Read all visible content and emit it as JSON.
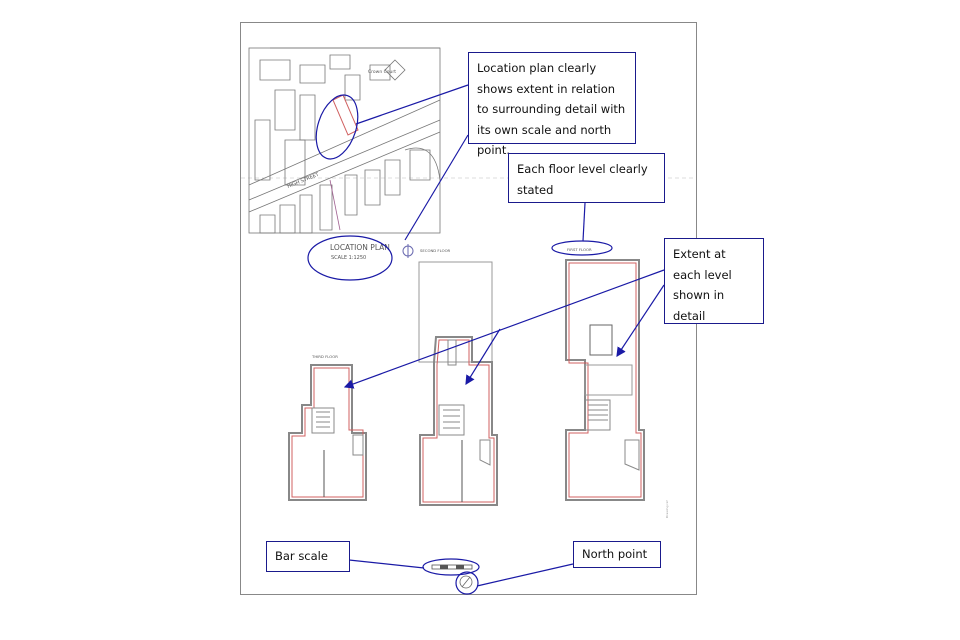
{
  "callouts": {
    "location_plan": "Location plan clearly shows extent in relation to surrounding detail with its own scale and north point.",
    "floor_level": "Each floor level clearly stated",
    "extent": "Extent at each level shown in detail",
    "bar_scale": "Bar scale",
    "north_point": "North point"
  },
  "drawing": {
    "location_plan_title": "LOCATION PLAN",
    "location_plan_scale": "SCALE 1:1250",
    "street_name": "HIGH STREET",
    "building_label": "Crown Court",
    "floor_labels": {
      "third": "THIRD FLOOR",
      "second": "SECOND FLOOR",
      "first": "FIRST FLOOR"
    }
  },
  "colors": {
    "annotation": "#1a1aa6",
    "extent_outline": "#d06060",
    "drawing_lines": "#777777"
  }
}
